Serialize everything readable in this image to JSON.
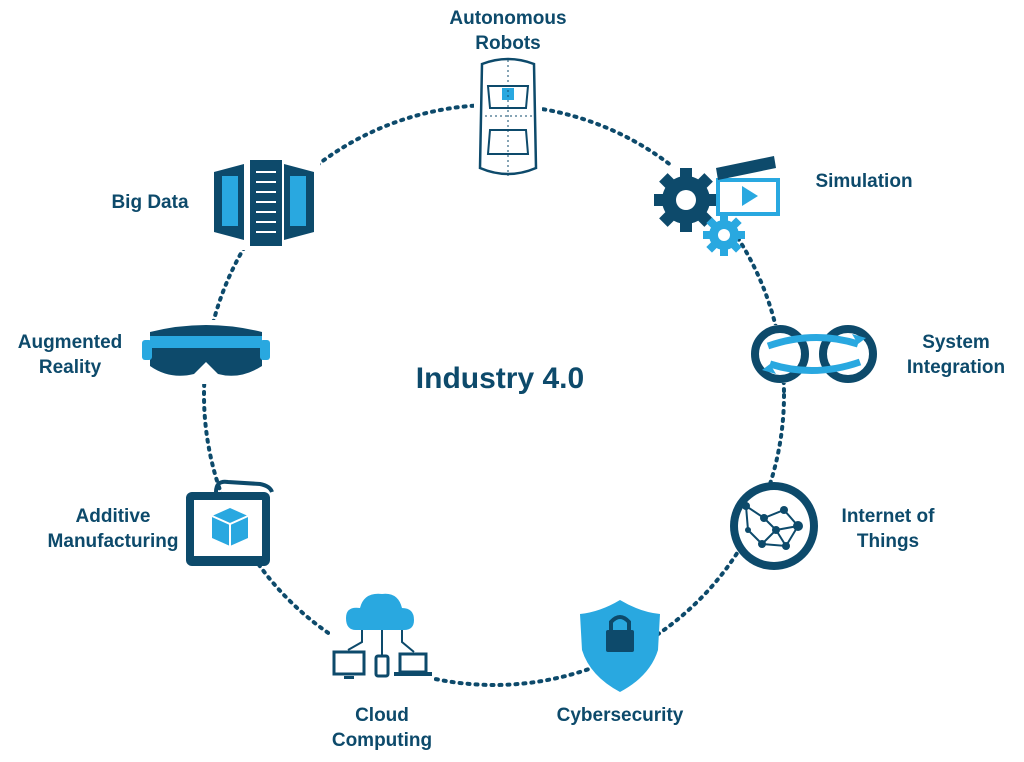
{
  "title": "Industry 4.0",
  "colors": {
    "dark": "#0d4a6b",
    "light": "#29a8e0",
    "white": "#ffffff"
  },
  "nodes": [
    {
      "id": "autonomous-robots",
      "lines": [
        "Autonomous",
        "Robots"
      ],
      "icon": "car-icon"
    },
    {
      "id": "simulation",
      "lines": [
        "Simulation"
      ],
      "icon": "gears-video-icon"
    },
    {
      "id": "system-integration",
      "lines": [
        "System",
        "Integration"
      ],
      "icon": "loop-arrows-icon"
    },
    {
      "id": "internet-of-things",
      "lines": [
        "Internet of",
        "Things"
      ],
      "icon": "network-globe-icon"
    },
    {
      "id": "cybersecurity",
      "lines": [
        "Cybersecurity"
      ],
      "icon": "shield-lock-icon"
    },
    {
      "id": "cloud-computing",
      "lines": [
        "Cloud",
        "Computing"
      ],
      "icon": "cloud-devices-icon"
    },
    {
      "id": "additive-manufacturing",
      "lines": [
        "Additive",
        "Manufacturing"
      ],
      "icon": "3d-printer-icon"
    },
    {
      "id": "augmented-reality",
      "lines": [
        "Augmented",
        "Reality"
      ],
      "icon": "ar-headset-icon"
    },
    {
      "id": "big-data",
      "lines": [
        "Big Data"
      ],
      "icon": "server-racks-icon"
    }
  ]
}
